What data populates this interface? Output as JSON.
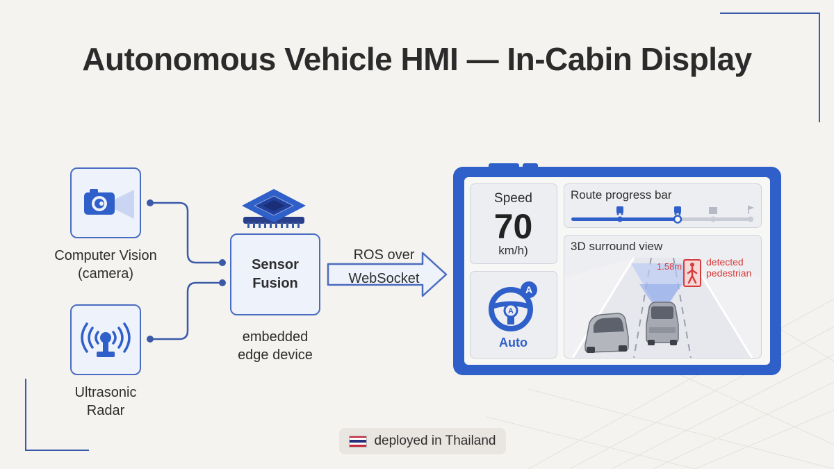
{
  "title": "Autonomous Vehicle HMI — In-Cabin Display",
  "sensors": {
    "camera": {
      "label_line1": "Computer Vision",
      "label_line2": "(camera)"
    },
    "radar": {
      "label_line1": "Ultrasonic",
      "label_line2": "Radar"
    }
  },
  "fusion": {
    "label_line1": "Sensor",
    "label_line2": "Fusion",
    "caption_line1": "embedded",
    "caption_line2": "edge device"
  },
  "link": {
    "line1": "ROS over",
    "line2": "WebSocket"
  },
  "display": {
    "speed_label": "Speed",
    "speed_value": "70",
    "speed_unit": "km/h)",
    "mode_label": "Auto",
    "route_label": "Route progress bar",
    "route_progress": 0.6,
    "surround_label": "3D surround view",
    "distance_label": "1.58m",
    "detection_line1": "detected",
    "detection_line2": "pedestrian"
  },
  "badge": {
    "label": "deployed in Thailand"
  },
  "colors": {
    "accent": "#2f5fc9",
    "box_border": "#4a6cc0",
    "alert": "#d83a3a",
    "flag_red": "#c8283a",
    "flag_white": "#ffffff",
    "flag_blue": "#27307a"
  }
}
